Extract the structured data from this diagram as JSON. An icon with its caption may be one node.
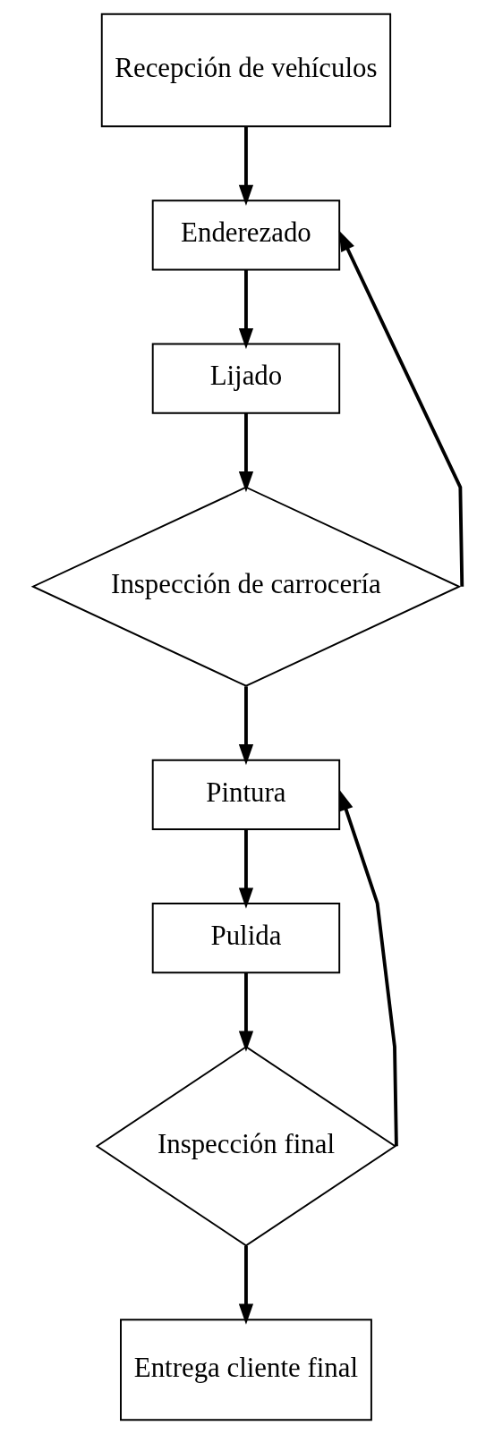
{
  "diagram": {
    "nodes": [
      {
        "text": [
          "Recepción de vehículos"
        ]
      },
      {
        "text": [
          "Enderezado"
        ]
      },
      {
        "text": [
          "Lijado"
        ]
      },
      {
        "text": [
          "Inspección de carrocería"
        ]
      },
      {
        "text": [
          "Pintura"
        ]
      },
      {
        "text": [
          "Pulida"
        ]
      },
      {
        "text": [
          "Inspección final"
        ]
      },
      {
        "text": [
          "Entrega cliente final"
        ]
      }
    ],
    "edges": [
      {
        "from": 0,
        "to": 1,
        "arrow": "to"
      },
      {
        "from": 1,
        "to": 2,
        "arrow": "to"
      },
      {
        "from": 2,
        "to": 3,
        "arrow": "to"
      },
      {
        "from": 3,
        "to": 1,
        "arrow": "to"
      },
      {
        "from": 3,
        "to": 4,
        "arrow": "to"
      },
      {
        "from": 4,
        "to": 5,
        "arrow": "to"
      },
      {
        "from": 5,
        "to": 6,
        "arrow": "to"
      },
      {
        "from": 6,
        "to": 4,
        "arrow": "to"
      },
      {
        "from": 6,
        "to": 7,
        "arrow": "to"
      }
    ]
  }
}
